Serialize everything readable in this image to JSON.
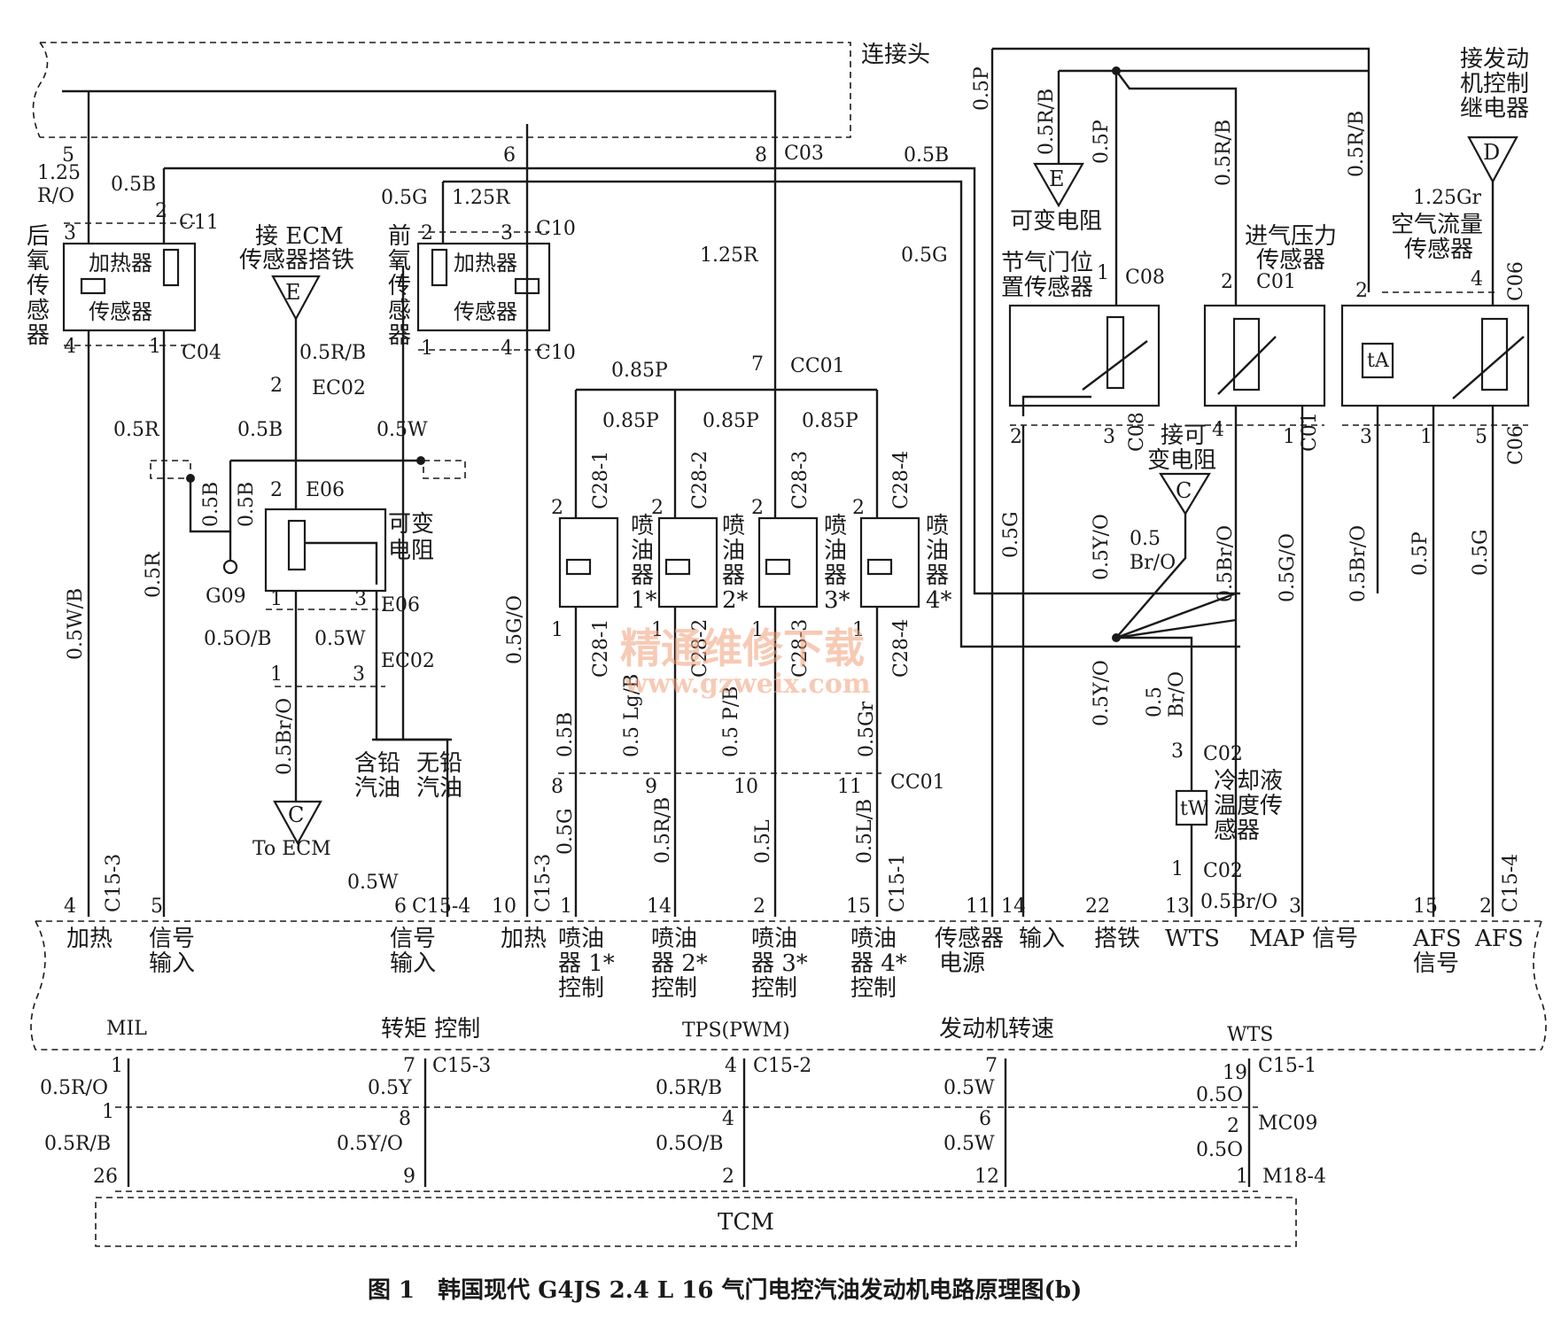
{
  "caption": "图 1　韩国现代 G4JS 2.4 L 16 气门电控汽油发动机电路原理图(b)",
  "watermark": {
    "cn": "精通维修下载",
    "url": "www.gzweix.com"
  },
  "labels": {
    "connector_head": "连接头",
    "rear_o2_sensor": "后氧传感器",
    "front_o2_sensor": "前氧传感器",
    "heater": "加热器",
    "sensor": "传感器",
    "ecm_sensor_ground": "接 ECM 传感器搭铁",
    "variable_resistor": "可变电阻",
    "g09": "G09",
    "leaded_fuel": "含铅汽油",
    "unleaded_fuel": "无铅汽油",
    "to_ecm": "To ECM",
    "injector1": "喷油器1*",
    "injector2": "喷油器2*",
    "injector3": "喷油器3*",
    "injector4": "喷油器4*",
    "variable_resistor_top": "可变电阻",
    "tps": "节气门位置传感器",
    "map_sensor": "进气压力传感器",
    "afs": "空气流量传感器",
    "relay": "接发动机控制继电器",
    "connect_variable_resistor": "接可变电阻",
    "coolant_sensor": "冷却液温度传感器",
    "tcm": "TCM",
    "mil": "MIL",
    "torque_control": "转矩 控制",
    "tps_pwm": "TPS(PWM)",
    "engine_speed": "发动机转速",
    "wts_top": "WTS"
  },
  "ecm_pins": [
    {
      "label": "加热",
      "pin": "4",
      "conn": "C15-3"
    },
    {
      "label": "信号输入",
      "pin": "5",
      "conn": ""
    },
    {
      "label": "信号输入",
      "pin": "6",
      "conn": "C15-4"
    },
    {
      "label": "加热",
      "pin": "10",
      "conn": "C15-3"
    },
    {
      "label": "喷油器 1* 控制",
      "pin": "1",
      "conn": ""
    },
    {
      "label": "喷油器 2* 控制",
      "pin": "14",
      "conn": ""
    },
    {
      "label": "喷油器 3* 控制",
      "pin": "2",
      "conn": ""
    },
    {
      "label": "喷油器 4* 控制",
      "pin": "15",
      "conn": "C15-1"
    },
    {
      "label": "传感器电源",
      "pin": "11",
      "conn": ""
    },
    {
      "label": "输入",
      "pin": "14",
      "conn": ""
    },
    {
      "label": "搭铁",
      "pin": "22",
      "conn": ""
    },
    {
      "label": "WTS",
      "pin": "13",
      "conn": ""
    },
    {
      "label": "MAP 信号",
      "pin": "3",
      "conn": ""
    },
    {
      "label": "AFS 信号",
      "pin": "15",
      "conn": ""
    },
    {
      "label": "AFS",
      "pin": "2",
      "conn": "C15-4"
    }
  ],
  "wires": [
    "1.25 R/O",
    "0.5B",
    "0.5G",
    "1.25R",
    "0.5R",
    "0.5W",
    "0.5R/B",
    "0.5W/B",
    "0.5G/O",
    "0.85P",
    "0.5Lg/B",
    "0.5P/B",
    "0.5Gr",
    "0.5L",
    "0.5L/B",
    "0.5R/B",
    "0.5Y/O",
    "0.5Br/O",
    "0.5P",
    "1.25Gr",
    "0.5O/B",
    "0.5R/O",
    "0.5Y",
    "0.5O",
    "0.5B"
  ],
  "connectors": [
    "C03",
    "C11",
    "C04",
    "C10",
    "EC02",
    "E06",
    "CC01",
    "C28-1",
    "C28-2",
    "C28-3",
    "C28-4",
    "C08",
    "C01",
    "C06",
    "C02",
    "C15-1",
    "C15-2",
    "C15-3",
    "C15-4",
    "MC09",
    "M18-4"
  ],
  "tcm_rows": [
    {
      "top": "MIL",
      "pins": [
        "1",
        "1",
        "26"
      ],
      "wires": [
        "0.5R/O",
        "0.5R/B"
      ],
      "conn": ""
    },
    {
      "top": "转矩 控制",
      "pins": [
        "7",
        "8",
        "9"
      ],
      "wires": [
        "0.5Y",
        "0.5Y/O"
      ],
      "conn": "C15-3"
    },
    {
      "top": "TPS(PWM)",
      "pins": [
        "4",
        "4",
        "2"
      ],
      "wires": [
        "0.5R/B",
        "0.5O/B"
      ],
      "conn": "C15-2"
    },
    {
      "top": "发动机转速",
      "pins": [
        "7",
        "6",
        "12"
      ],
      "wires": [
        "0.5W",
        "0.5W"
      ],
      "conn": ""
    },
    {
      "top": "WTS",
      "pins": [
        "19",
        "2",
        "1"
      ],
      "wires": [
        "0.5O",
        "0.5O"
      ],
      "conn": "C15-1"
    }
  ]
}
